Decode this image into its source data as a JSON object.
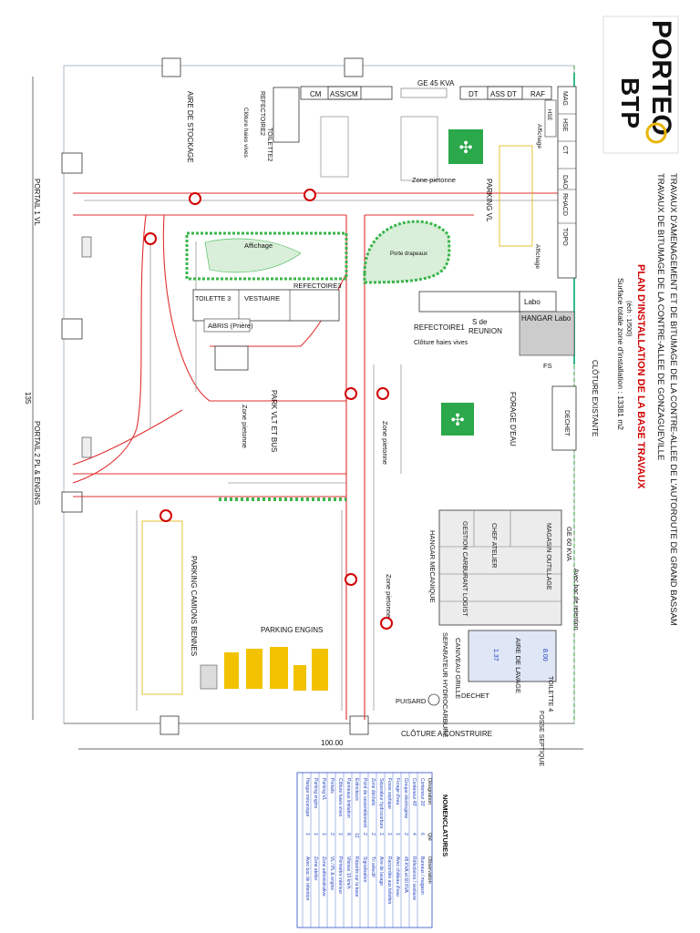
{
  "header": {
    "project_line_1": "TRAVAUX D'AMENAGEMENT ET DE BITUMAGE DE LA CONTRE-ALLEE DE L'AUTOROUTE DE GRAND BASSAM",
    "project_line_2": "TRAVAUX DE BITUMAGE DE LA CONTRE-ALLEE DE GONZAGUEVILLE",
    "plan_title": "PLAN D'INSTALLATION DE LA BASE TRAVAUX",
    "scale": "(éch : 1/500)",
    "surface": "Surface totale zone d'installation : 13381 m2"
  },
  "logo": {
    "line1": "PORTEO",
    "line2": "BTP",
    "color_primary": "#1f5fd6",
    "color_secondary": "#e2261c"
  },
  "site": {
    "left_access_1": "PORTAIL 1 VL",
    "left_access_2": "PORTAIL 2 PL & ENGINS",
    "fence_bottom": "CLÔTURE A CONSTRUIRE",
    "fence_right": "CLÔTURE EXISTANTE",
    "dimension_width": "100.00",
    "dimension_height": "135",
    "storage_area": "AIRE DE STOCKAGE"
  },
  "top_buildings": [
    "CM",
    "ASS/CM",
    "DT",
    "ASS DT",
    "RAF"
  ],
  "generator_top": "GE 45 KVA",
  "right_buildings": [
    "MAG",
    "HSE",
    "CT",
    "DAO",
    "RHACD",
    "TOPO"
  ],
  "small_right": "HSE",
  "labels": {
    "refectoire2": "REFECTOIRE2",
    "toilette2": "TOILETTE2",
    "cloture_haies_top": "Clôture haies vives",
    "zone_pietonne_top": "Zone pietonne",
    "parking_vl": "PARKING VL",
    "affichage_right": "Affichage",
    "affichage_right2": "Affichage",
    "affichage_mid": "Affichage",
    "porte_drapeaux": "Porte drapeaux",
    "labo": "Labo",
    "hangar_labo": "HANGAR Labo",
    "refectoire1": "REFECTOIRE1",
    "salle_reunion_1": "S de",
    "salle_reunion_2": "REUNION",
    "cloture_haies_mid": "Clôture haies vives",
    "refectoire3": "REFECTOIRE3",
    "vestiaire": "VESTIAIRE",
    "toilette3": "TOILETTE 3",
    "abris": "ABRIS (Prière)",
    "fs": "FS",
    "forage": "FORAGE D'EAU",
    "dechet_top": "DECHET",
    "park_vlt_bus": "PARK VLT ET BUS",
    "zone_pietonne_mid": "Zone pietonne",
    "zone_pietonne_center": "Zone pietonne",
    "zone_pietonne_low": "Zone pietonne",
    "ge60": "GE 60 KVA",
    "bac_retention": "Avec bac de retention",
    "magasin": "MAGASIN OUTILLAGE",
    "chef_atelier": "CHEF ATELIER",
    "gestion_carburant": "GESTION CARBURANT LOGIST",
    "hangar_mecanique": "HANGAR MECANIQUE",
    "parking_camions": "PARKING CAMIONS BENNES",
    "parking_engins": "PARKING ENGINS",
    "aire_lavage": "AIRE DE LAVAGE",
    "caniveau_grille": "CANIVEAU GRILLE",
    "separateur": "SEPARATEUR HYDROCARBURE",
    "toilette4": "TOILETTE 4",
    "dechet_bottom": "DECHET",
    "puisard": "PUISARD",
    "fosse_septique": "FOSSE SEPTIQUE",
    "wash_value_1": "1.37",
    "wash_value_2": "8.00"
  },
  "legend": {
    "title": "NOMENCLATURES",
    "col_designation": "Désignation",
    "col_qty": "Qté",
    "col_obs": "Observation",
    "rows": [
      [
        "Conteneur 20'",
        "6",
        "Bureaux / magasin"
      ],
      [
        "Conteneur 40'",
        "4",
        "Réfectoires / vestiaire"
      ],
      [
        "Groupe électrogène",
        "2",
        "45 KVA et 60 KVA"
      ],
      [
        "Forage d'eau",
        "1",
        "Avec château d'eau"
      ],
      [
        "Fosse septique",
        "1",
        "Raccordée aux toilettes"
      ],
      [
        "Séparateur hydrocarbure",
        "1",
        "Aire de lavage"
      ],
      [
        "Zone déchets",
        "2",
        "Tri sélectif"
      ],
      [
        "Point de rassemblement",
        "2",
        "Signalisation"
      ],
      [
        "Extincteurs",
        "12",
        "Répartis sur la base"
      ],
      [
        "Panneaux limitation",
        "8",
        "Vitesse 10 km/h"
      ],
      [
        "Clôture haies vives",
        "1",
        "Périmètre intérieur"
      ],
      [
        "Portails",
        "2",
        "VL / PL & engins"
      ],
      [
        "Parking VL",
        "1",
        "Zone administrative"
      ],
      [
        "Parking engins",
        "1",
        "Zone atelier"
      ],
      [
        "Hangar mécanique",
        "1",
        "Avec bac de rétention"
      ]
    ]
  },
  "colors": {
    "road_red": "#e03030",
    "green": "#39b54a",
    "blue": "#2b4fc9",
    "yellow": "#f2c200"
  },
  "icons": [
    "assembly-point-icon",
    "speed-limit-sign-icon",
    "fire-extinguisher-icon",
    "toilet-icon",
    "excavator-icon"
  ]
}
